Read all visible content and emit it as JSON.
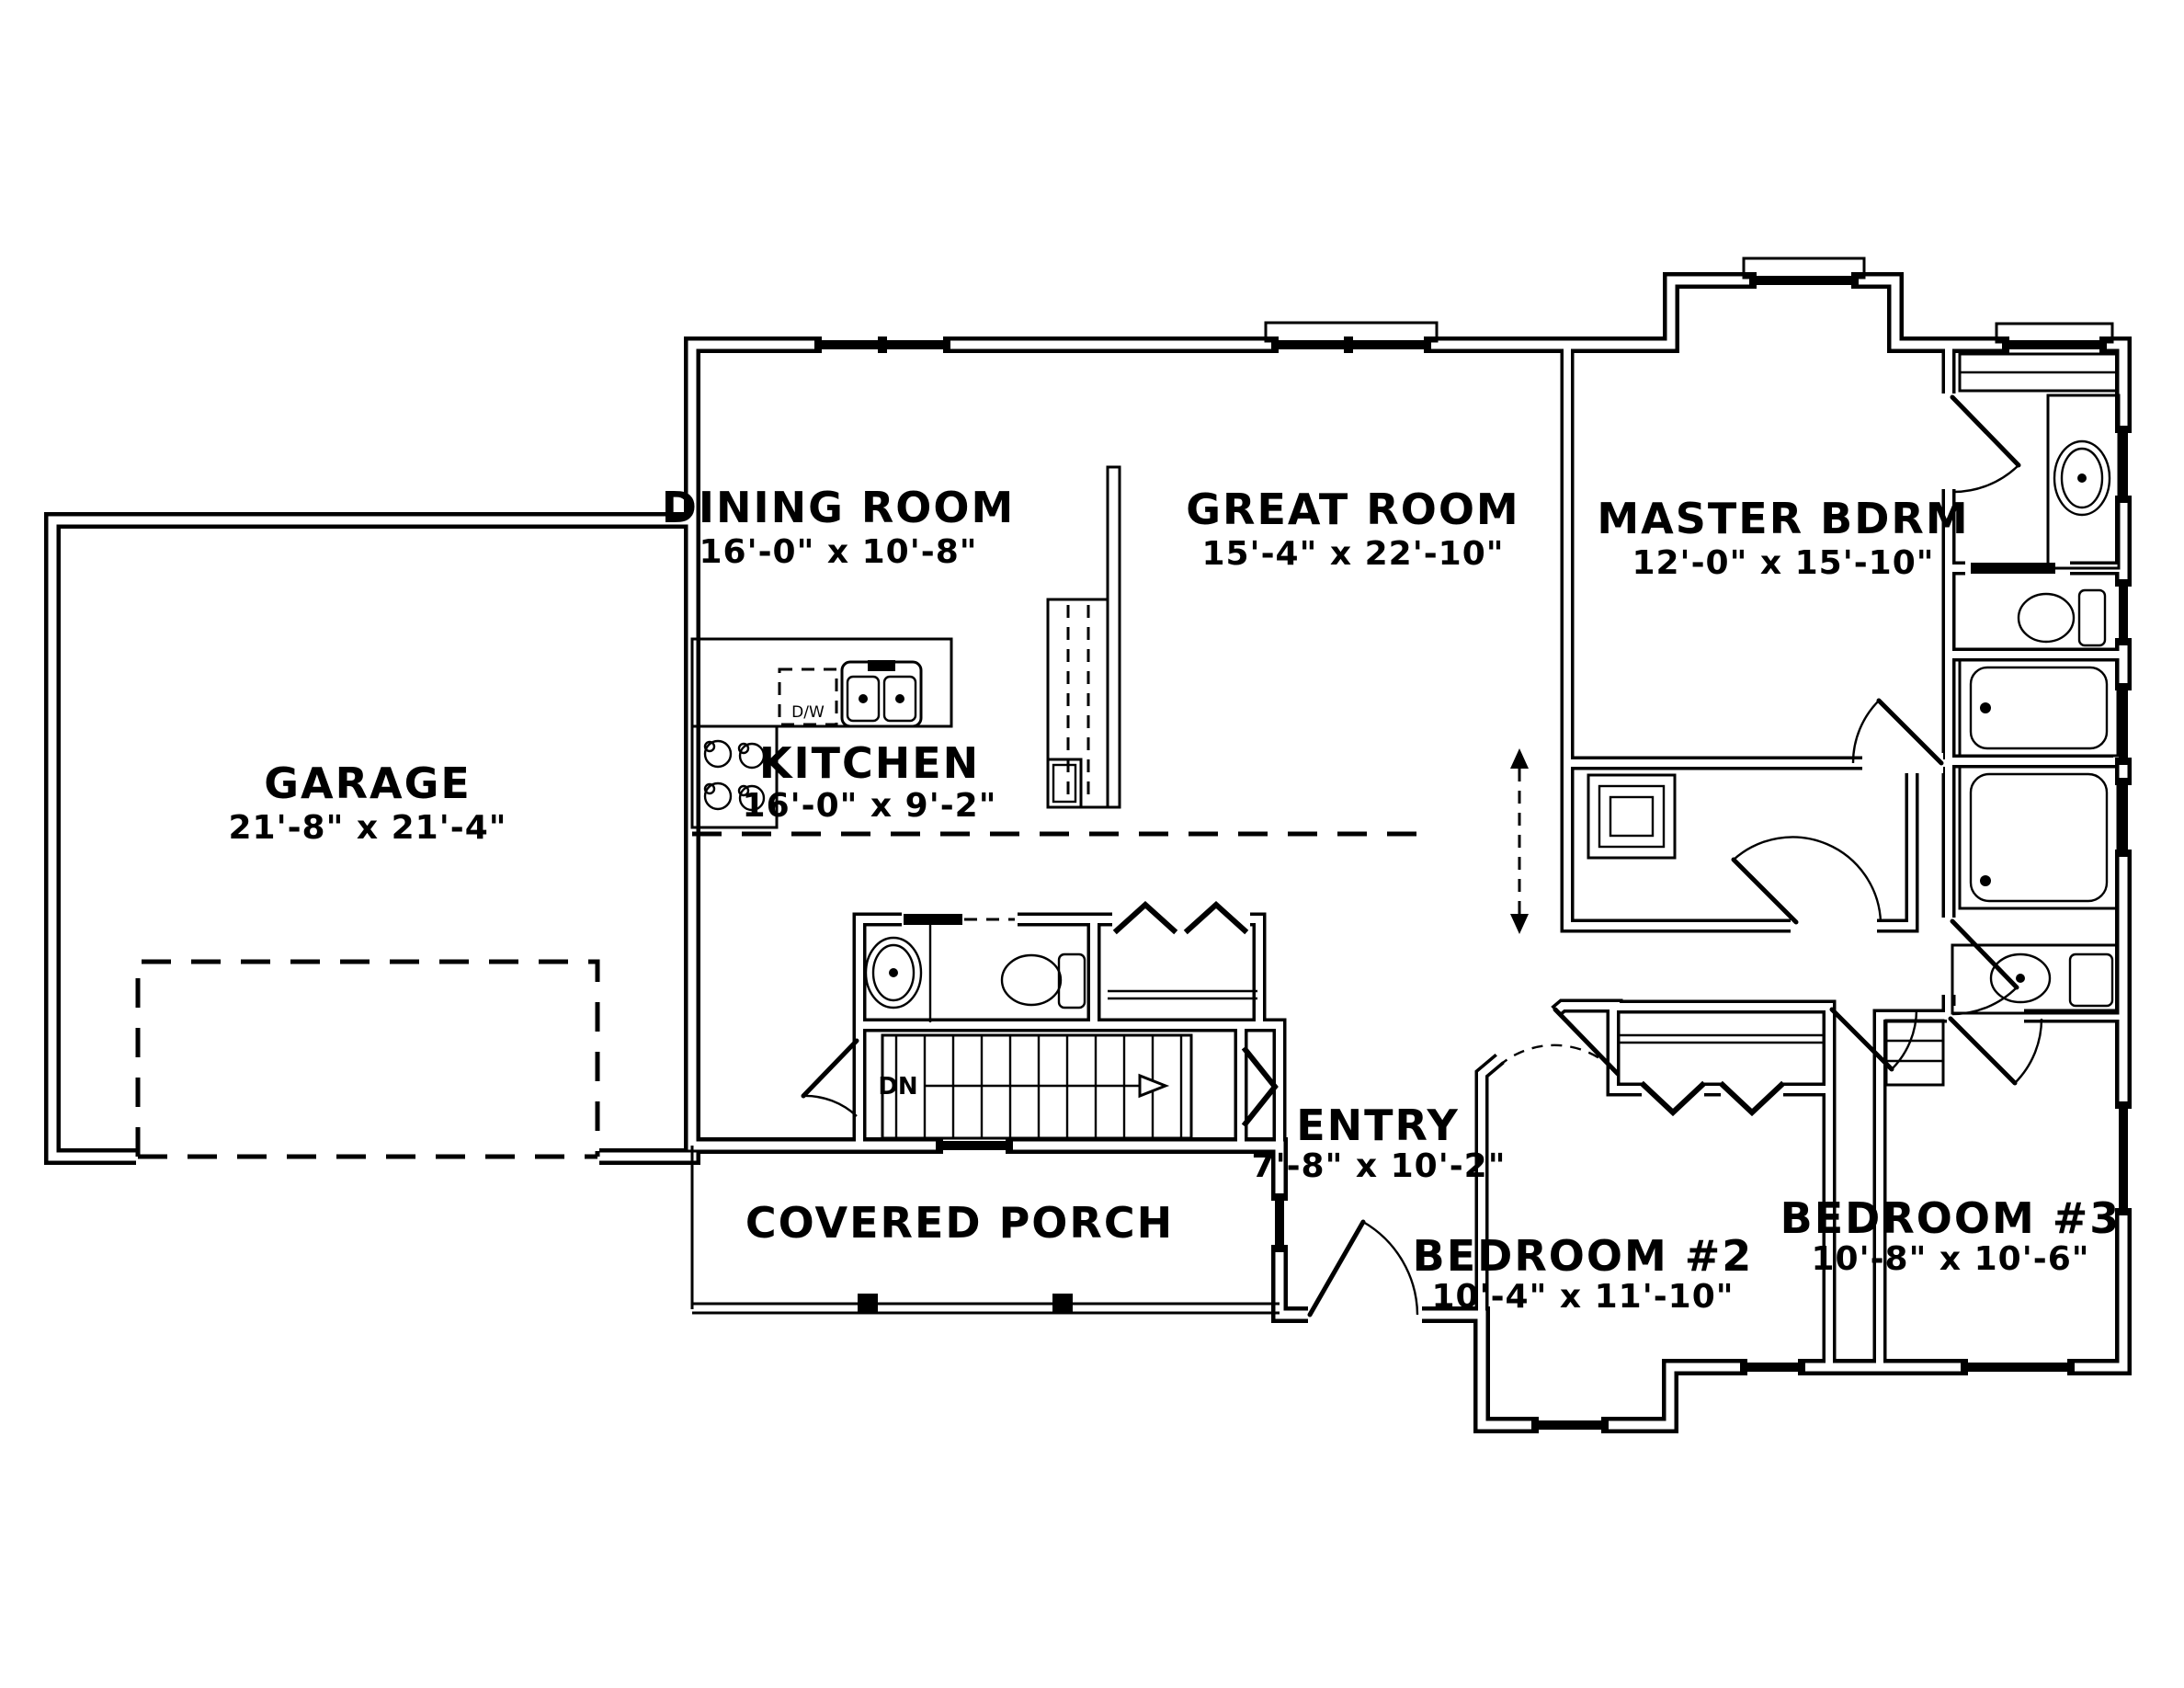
{
  "colors": {
    "line": "#000000",
    "background": "#ffffff"
  },
  "rooms": {
    "garage": {
      "name": "GARAGE",
      "dims": "21'-8\" x 21'-4\""
    },
    "dining_room": {
      "name": "DINING ROOM",
      "dims": "16'-0\" x 10'-8\""
    },
    "great_room": {
      "name": "GREAT ROOM",
      "dims": "15'-4\" x 22'-10\""
    },
    "master_bedroom": {
      "name": "MASTER BDRM",
      "dims": "12'-0\" x 15'-10\""
    },
    "kitchen": {
      "name": "KITCHEN",
      "dims": "16'-0\" x 9'-2\""
    },
    "entry": {
      "name": "ENTRY",
      "dims": "7'-8\" x 10'-2\""
    },
    "covered_porch": {
      "name": "COVERED PORCH"
    },
    "bedroom_2": {
      "name": "BEDROOM #2",
      "dims": "10'-4\" x 11'-10\""
    },
    "bedroom_3": {
      "name": "BEDROOM #3",
      "dims": "10'-8\" x 10'-6\""
    }
  },
  "annotations": {
    "stair_direction": "DN",
    "dishwasher": "D/W"
  }
}
